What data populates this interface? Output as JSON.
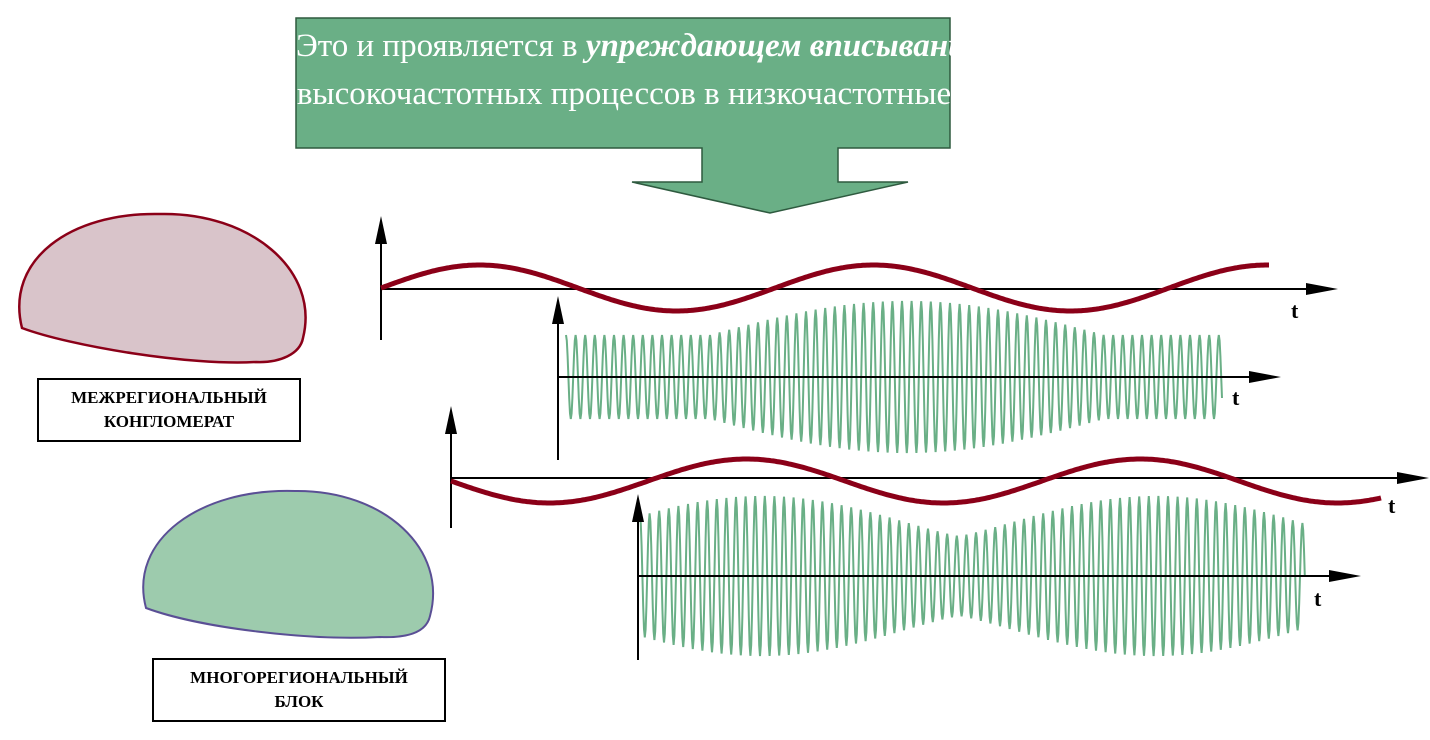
{
  "colors": {
    "callout_fill": "#6aaf86",
    "callout_stroke": "#2e5a3f",
    "slow_wave": "#8b0018",
    "fast_wave": "#6aaf86",
    "conglomerate_fill": "#d9c4ca",
    "conglomerate_stroke": "#8b0018",
    "bloc_fill": "#9dcbad",
    "bloc_stroke": "#5a4f95",
    "axis": "#000000"
  },
  "callout": {
    "line1_prefix": "Это и проявляется в ",
    "line1_emphasis": "упреждающем вписывании",
    "line2": "высокочастотных процессов в низкочастотные"
  },
  "entities": {
    "conglomerate": {
      "line1": "МЕЖРЕГИОНАЛЬНЫЙ",
      "line2": "КОНГЛОМЕРАТ"
    },
    "bloc": {
      "line1": "МНОГОРЕГИОНАЛЬНЫЙ",
      "line2": "БЛОК"
    }
  },
  "axes": {
    "time_label": "t"
  },
  "icons": {
    "callout_arrow": "down-arrow-icon",
    "conglomerate_shape": "dome-shape",
    "bloc_shape": "dome-shape"
  }
}
